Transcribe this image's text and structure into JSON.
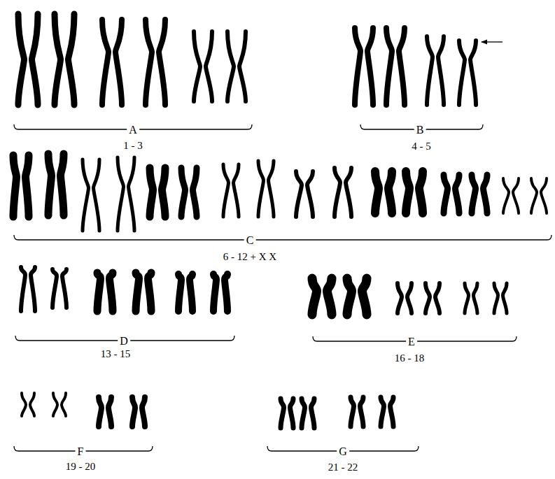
{
  "diagram": {
    "labels": [
      "A",
      "1 - 3",
      "B",
      "4 - 5",
      "C",
      "6 - 12 + X X",
      "D",
      "13 - 15",
      "E",
      "16 - 18",
      "F",
      "19 - 20",
      "G",
      "21 - 22"
    ]
  }
}
